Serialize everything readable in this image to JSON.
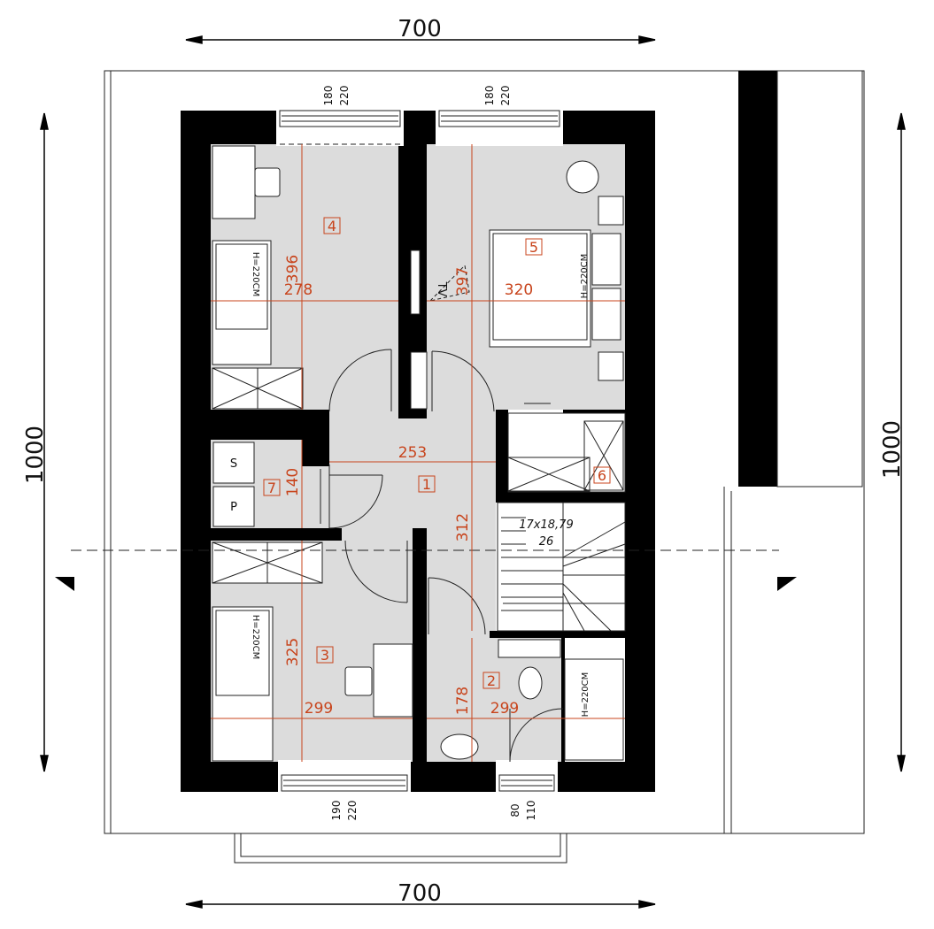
{
  "overall_dims": {
    "width_top": "700",
    "width_bottom": "700",
    "height_left": "1000",
    "height_right": "1000"
  },
  "window_dims": {
    "top_left": [
      "180",
      "220"
    ],
    "top_right": [
      "180",
      "220"
    ],
    "bottom_left": [
      "190",
      "220"
    ],
    "bottom_right": [
      "80",
      "110"
    ]
  },
  "rooms": [
    {
      "no": "1"
    },
    {
      "no": "2"
    },
    {
      "no": "3"
    },
    {
      "no": "4"
    },
    {
      "no": "5"
    },
    {
      "no": "6"
    },
    {
      "no": "7"
    }
  ],
  "room_dims": {
    "r4_h": "396",
    "r4_w": "278",
    "r5_h": "397",
    "r5_w": "320",
    "hall_w": "253",
    "hall_h": "312",
    "r7_h": "140",
    "r3_h": "325",
    "r3_w": "299",
    "r2_h": "178",
    "r2_w": "299"
  },
  "labels": {
    "tv": "TV",
    "bed_h_r4": "H=220CM",
    "bed_h_r5": "H=220CM",
    "bed_h_r3": "H=220CM",
    "bath_h": "H=220CM",
    "stairs_spec": "17x18,79",
    "stairs_count": "26",
    "cabinet_s": "S",
    "cabinet_p": "P"
  }
}
